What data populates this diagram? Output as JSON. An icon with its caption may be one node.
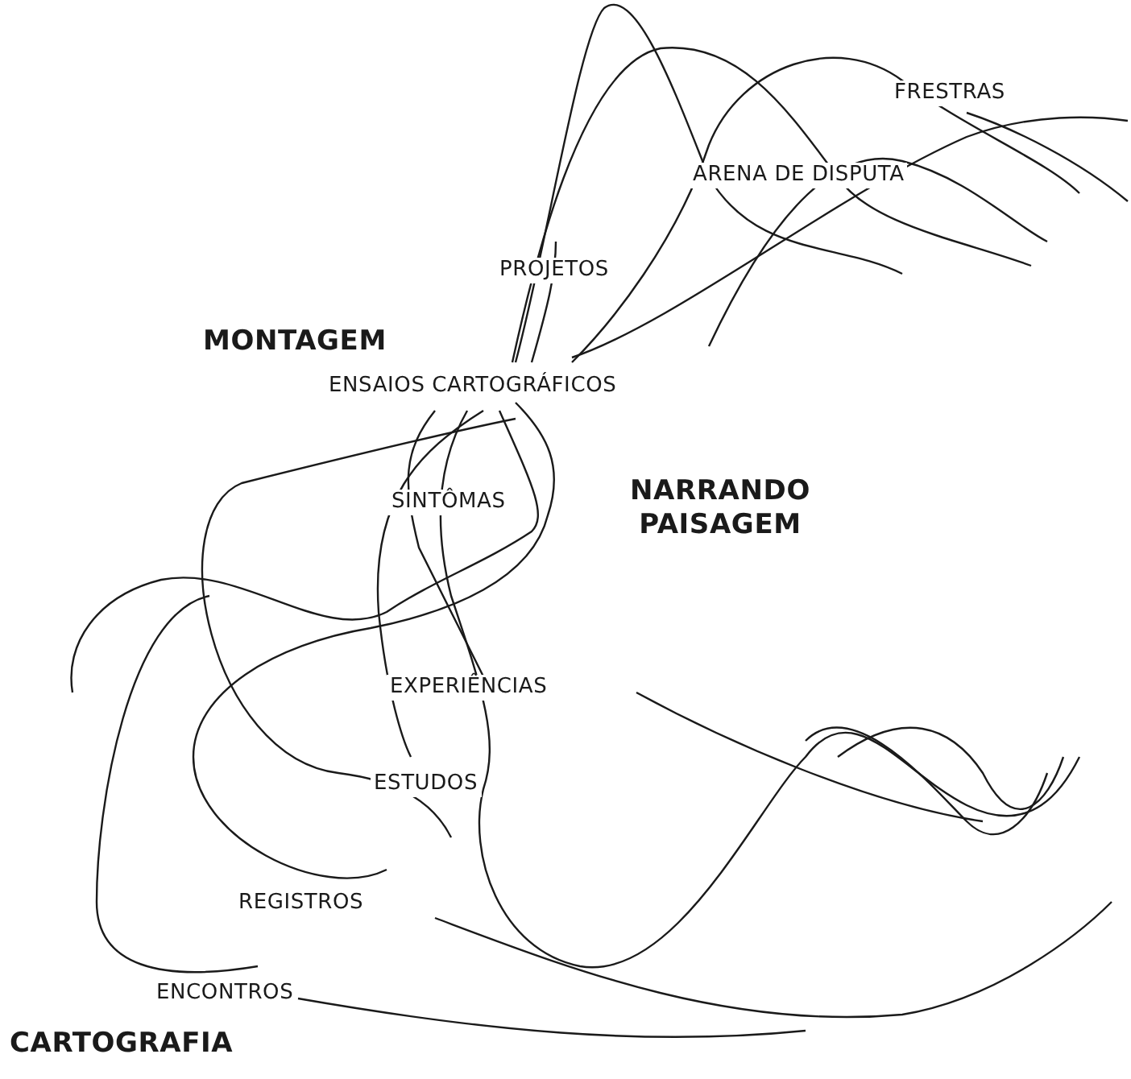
{
  "diagram": {
    "labels": [
      "FRESTRAS",
      "ARENA DE DISPUTA",
      "PROJETOS",
      "MONTAGEM",
      "ENSAIOS CARTOGRÁFICOS",
      "SINTÔMAS",
      "NARRANDO PAISAGEM",
      "EXPERIÊNCIAS",
      "ESTUDOS",
      "REGISTROS",
      "ENCONTROS",
      "CARTOGRAFIA"
    ]
  }
}
